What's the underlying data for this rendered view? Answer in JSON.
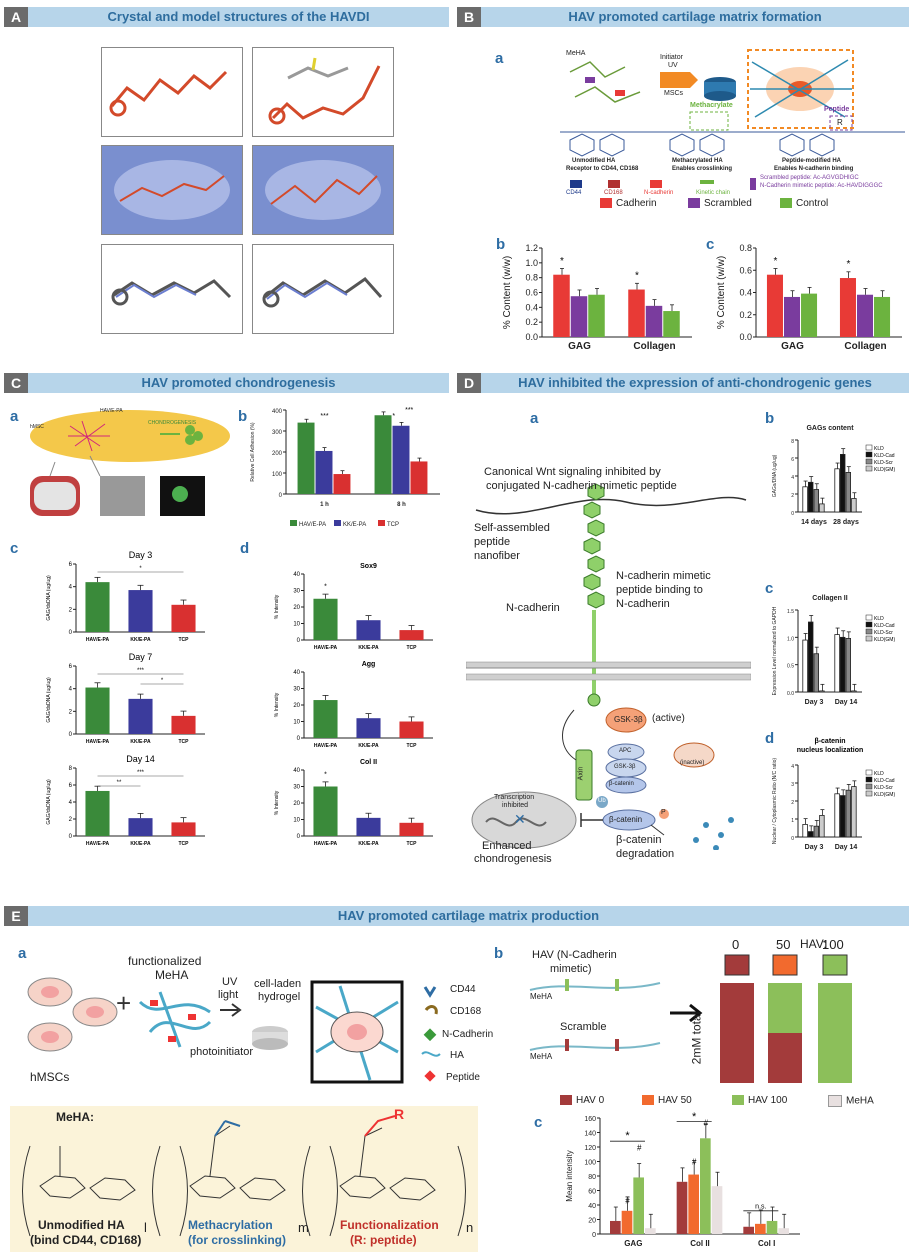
{
  "panels": {
    "A": {
      "letter": "A",
      "title": "Crystal and model structures of the HAVDI"
    },
    "B": {
      "letter": "B",
      "title": "HAV promoted cartilage matrix formation"
    },
    "C": {
      "letter": "C",
      "title": "HAV promoted chondrogenesis"
    },
    "D": {
      "letter": "D",
      "title": "HAV inhibited the expression of anti-chondrogenic genes"
    },
    "E": {
      "letter": "E",
      "title": "HAV promoted cartilage matrix production"
    }
  },
  "sublabels": {
    "a": "a",
    "b": "b",
    "c": "c",
    "d": "d"
  },
  "B": {
    "schematic": {
      "mema": "MeHA",
      "initiator": "Initiator",
      "uv": "UV",
      "mscs": "MSCs",
      "methacrylate": "Methacrylate",
      "peptide": "Peptide",
      "r": "R",
      "ha1": "Unmodified HA",
      "ha1b": "Receptor to CD44, CD168",
      "ha2": "Methacrylated HA",
      "ha2b": "Enables crosslinking",
      "ha3": "Peptide-modified HA",
      "ha3b": "Enables N-cadherin binding",
      "cd44": "CD44",
      "cd168": "CD168",
      "ncad": "N-cadherin",
      "kinetic": "Kinetic chain",
      "scr": "Scrambled peptide: Ac-AGVGDHIGC",
      "ncadpep": "N-Cadherin mimetic peptide: Ac-HAVDIGGGC"
    },
    "legend": [
      "Cadherin",
      "Scrambled",
      "Control"
    ],
    "colors": {
      "cad": "#e83a36",
      "scr": "#7a3c9e",
      "ctl": "#6cb33f"
    },
    "charts": [
      {
        "type": "bar",
        "ylabel": "% Content (w/w)",
        "categories": [
          "GAG",
          "Collagen"
        ],
        "ylim": [
          0,
          1.2
        ],
        "ticks": [
          "0.0",
          "0.2",
          "0.4",
          "0.6",
          "0.8",
          "1.0",
          "1.2"
        ],
        "series": [
          {
            "name": "Cadherin",
            "values": [
              0.84,
              0.64
            ]
          },
          {
            "name": "Scrambled",
            "values": [
              0.55,
              0.42
            ]
          },
          {
            "name": "Control",
            "values": [
              0.57,
              0.35
            ]
          }
        ],
        "star": "*"
      },
      {
        "type": "bar",
        "ylabel": "% Content (w/w)",
        "categories": [
          "GAG",
          "Collagen"
        ],
        "ylim": [
          0,
          0.8
        ],
        "ticks": [
          "0.0",
          "0.2",
          "0.4",
          "0.6",
          "0.8"
        ],
        "series": [
          {
            "name": "Cadherin",
            "values": [
              0.56,
              0.53
            ]
          },
          {
            "name": "Scrambled",
            "values": [
              0.36,
              0.38
            ]
          },
          {
            "name": "Control",
            "values": [
              0.39,
              0.36
            ]
          }
        ],
        "star": "*"
      }
    ]
  },
  "C": {
    "schematic": {
      "hav": "HAV/E-PA",
      "kk": "KK/E-PA",
      "chondro": "CHONDROGENESIS",
      "cell": "hMSC"
    },
    "adhesion": {
      "ylabel": "Relative Cell Adhesion (%)",
      "categories": [
        "1 h",
        "8 h"
      ],
      "ylim": [
        0,
        400
      ],
      "ticks": [
        "0",
        "100",
        "200",
        "300",
        "400"
      ],
      "series": [
        {
          "name": "HAV/E-PA",
          "values": [
            340,
            375
          ]
        },
        {
          "name": "KK/E-PA",
          "values": [
            205,
            325
          ]
        },
        {
          "name": "TCP",
          "values": [
            95,
            155
          ]
        }
      ],
      "legend": [
        "HAV/E-PA",
        "KK/E-PA",
        "TCP"
      ],
      "stars": [
        "***",
        "*",
        "***"
      ]
    },
    "colors": {
      "hav": "#3a8a3a",
      "kk": "#3b3b9c",
      "tcp": "#d93030"
    },
    "gag": [
      {
        "title": "Day 3",
        "ylabel": "GAG/dsDNA (ug/ug)",
        "values": [
          4.4,
          3.7,
          2.4
        ],
        "ylim": [
          0,
          6
        ],
        "ticks": [
          "0",
          "2",
          "4",
          "6"
        ],
        "stars": [
          "*"
        ]
      },
      {
        "title": "Day 7",
        "ylabel": "GAG/dsDNA (ug/ug)",
        "values": [
          4.1,
          3.1,
          1.6
        ],
        "ylim": [
          0,
          6
        ],
        "ticks": [
          "0",
          "2",
          "4",
          "6"
        ],
        "stars": [
          "***",
          "*"
        ]
      },
      {
        "title": "Day 14",
        "ylabel": "GAG/dsDNA (ug/ug)",
        "values": [
          5.3,
          2.1,
          1.6
        ],
        "ylim": [
          0,
          8
        ],
        "ticks": [
          "0",
          "2",
          "4",
          "6",
          "8"
        ],
        "stars": [
          "***",
          "**"
        ]
      }
    ],
    "intensity": [
      {
        "title": "Sox9",
        "ylabel": "% Intensity",
        "values": [
          25,
          12,
          6
        ],
        "ylim": [
          0,
          40
        ],
        "ticks": [
          "0",
          "10",
          "20",
          "30",
          "40"
        ],
        "star": "*"
      },
      {
        "title": "Agg",
        "ylabel": "% Intensity",
        "values": [
          23,
          12,
          10
        ],
        "ylim": [
          0,
          40
        ],
        "ticks": [
          "0",
          "10",
          "20",
          "30",
          "40"
        ],
        "star": ""
      },
      {
        "title": "Col II",
        "ylabel": "% Intensity",
        "values": [
          30,
          11,
          8
        ],
        "ylim": [
          0,
          40
        ],
        "ticks": [
          "0",
          "10",
          "20",
          "30",
          "40"
        ],
        "star": "*"
      }
    ],
    "xcats": [
      "HAV/E-PA",
      "KK/E-PA",
      "TCP"
    ]
  },
  "D": {
    "pathway": {
      "wnt": "Canonical Wnt signaling inhibited by",
      "wnt2": "conjugated N-cadherin mimetic peptide",
      "self1": "Self-assembled",
      "self2": "peptide",
      "self3": "nanofiber",
      "ncadm1": "N-cadherin mimetic",
      "ncadm2": "peptide binding to",
      "ncadm3": "N-cadherin",
      "ncad": "N-cadherin",
      "gsk": "GSK-3β",
      "active": "(active)",
      "inactive": "(inactive)",
      "apc": "APC",
      "axin": "Axin",
      "bcat": "β-catenin",
      "p": "P",
      "ti1": "Transcription",
      "ti2": "inhibited",
      "enh1": "Enhanced",
      "enh2": "chondrogenesis",
      "deg1": "β-catenin",
      "deg2": "degradation",
      "ub": "Ub"
    },
    "legend": [
      "KLD",
      "KLD-Cad",
      "KLD-Scr",
      "KLD(GM)"
    ],
    "colors": [
      "#ffffff",
      "#111111",
      "#888888",
      "#cccccc"
    ],
    "charts": [
      {
        "title": "GAGs content",
        "ylabel": "GAGs/DNA (ug/ug)",
        "categories": [
          "14 days",
          "28 days"
        ],
        "ylim": [
          0,
          8
        ],
        "ticks": [
          "0",
          "2",
          "4",
          "6",
          "8"
        ],
        "series": [
          {
            "name": "KLD",
            "values": [
              2.8,
              4.8
            ]
          },
          {
            "name": "KLD-Cad",
            "values": [
              3.3,
              6.4
            ]
          },
          {
            "name": "KLD-Scr",
            "values": [
              2.5,
              4.4
            ]
          },
          {
            "name": "KLD(GM)",
            "values": [
              0.9,
              1.5
            ]
          }
        ]
      },
      {
        "title": "Collagen II",
        "ylabel": "Expression Level normalized to GAPDH",
        "categories": [
          "Day 3",
          "Day 14"
        ],
        "ylim": [
          0,
          1.5
        ],
        "ticks": [
          "0.0",
          "0.5",
          "1.0",
          "1.5"
        ],
        "series": [
          {
            "name": "KLD",
            "values": [
              0.95,
              1.05
            ]
          },
          {
            "name": "KLD-Cad",
            "values": [
              1.28,
              1.0
            ]
          },
          {
            "name": "KLD-Scr",
            "values": [
              0.7,
              0.98
            ]
          },
          {
            "name": "KLD(GM)",
            "values": [
              0.02,
              0.02
            ]
          }
        ]
      },
      {
        "title": "β-catenin nucleus localization",
        "ylabel": "Nuclear / Cytoplasmic Ratio (N/C ratio)",
        "categories": [
          "Day 3",
          "Day 14"
        ],
        "ylim": [
          0,
          4
        ],
        "ticks": [
          "0",
          "1",
          "2",
          "3",
          "4"
        ],
        "series": [
          {
            "name": "KLD",
            "values": [
              0.7,
              2.4
            ]
          },
          {
            "name": "KLD-Cad",
            "values": [
              0.3,
              2.3
            ]
          },
          {
            "name": "KLD-Scr",
            "values": [
              0.6,
              2.6
            ]
          },
          {
            "name": "KLD(GM)",
            "values": [
              1.2,
              2.8
            ]
          }
        ]
      }
    ]
  },
  "E": {
    "a": {
      "hmsc": "hMSCs",
      "func": "functionalized",
      "meha": "MeHA",
      "uv": "UV",
      "light": "light",
      "photo": "photoinitiator",
      "cell": "cell-laden",
      "hydro": "hydrogel",
      "cd44": "CD44",
      "cd168": "CD168",
      "ncad": "N-Cadherin",
      "ha": "HA",
      "peptide": "Peptide",
      "mehaLabel": "MeHA:",
      "l": "l",
      "m": "m",
      "n": "n",
      "r": "R",
      "u1": "Unmodified HA",
      "u2": "(bind CD44, CD168)",
      "m1": "Methacrylation",
      "m2": "(for crosslinking)",
      "f1": "Functionalization",
      "f2": "(R: peptide)"
    },
    "b": {
      "hav": "HAV (N-Cadherin",
      "hav2": "mimetic)",
      "scramble": "Scramble",
      "meha": "MeHA",
      "havLabel": "HAV:",
      "v0": "0",
      "v50": "50",
      "v100": "100",
      "total": "2mM total"
    },
    "legend": [
      "HAV 0",
      "HAV 50",
      "HAV 100",
      "MeHA"
    ],
    "colors": [
      "#a33b3b",
      "#f26a2e",
      "#8cbf5a",
      "#e8e0e0"
    ],
    "chart": {
      "type": "bar",
      "ylabel": "Mean intensity",
      "categories": [
        "GAG",
        "Col II",
        "Col I"
      ],
      "ylim": [
        0,
        160
      ],
      "ticks": [
        "0",
        "20",
        "40",
        "60",
        "80",
        "100",
        "120",
        "140",
        "160"
      ],
      "series": [
        {
          "name": "HAV 0",
          "values": [
            18,
            72,
            10
          ]
        },
        {
          "name": "HAV 50",
          "values": [
            32,
            82,
            14
          ]
        },
        {
          "name": "HAV 100",
          "values": [
            78,
            132,
            18
          ]
        },
        {
          "name": "MeHA",
          "values": [
            8,
            66,
            8
          ]
        }
      ],
      "annot": [
        "*",
        "#",
        "#",
        "*",
        "#",
        "#",
        "n.s."
      ]
    }
  }
}
